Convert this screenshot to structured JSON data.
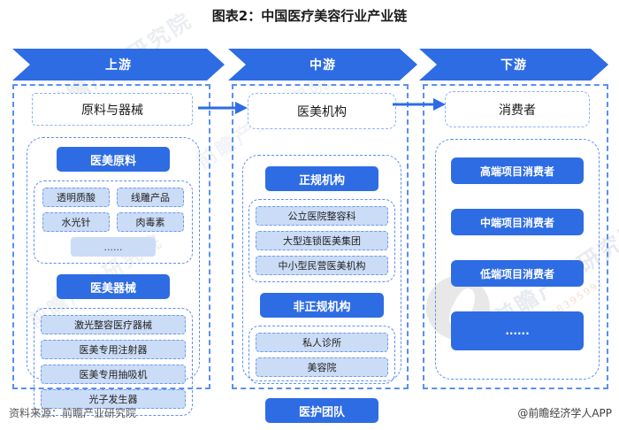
{
  "title": "图表2：中国医疗美容行业产业链",
  "stages": [
    {
      "label": "上游"
    },
    {
      "label": "中游"
    },
    {
      "label": "下游"
    }
  ],
  "columns": [
    {
      "header": "原料与器械",
      "sections": [
        {
          "heading": "医美原料",
          "items": [
            "透明质酸",
            "线雕产品",
            "水光针",
            "肉毒素",
            "......"
          ]
        },
        {
          "heading": "医美器械",
          "items": [
            "激光整容医疗器械",
            "医美专用注射器",
            "医美专用抽吸机",
            "光子发生器"
          ]
        }
      ]
    },
    {
      "header": "医美机构",
      "sections": [
        {
          "heading": "正规机构",
          "items": [
            "公立医院整容科",
            "大型连锁医美集团",
            "中小型民营医美机构"
          ]
        },
        {
          "heading": "非正规机构",
          "items": [
            "私人诊所",
            "美容院"
          ]
        },
        {
          "heading": "医护团队",
          "items": []
        }
      ]
    },
    {
      "header": "消费者",
      "consumers": [
        "高端项目消费者",
        "中端项目消费者",
        "低端项目消费者",
        "......"
      ]
    }
  ],
  "footer": {
    "source": "资料来源：前瞻产业研究院",
    "credit": "@前瞻经济学人APP"
  },
  "watermark": {
    "text": "前瞻产业研究院",
    "number": "(839599)",
    "logo": "qianzhan-logo"
  },
  "colors": {
    "primary_blue": "#2e6ce4",
    "light_blue_fill": "#cbdcf6",
    "dash_border_blue": "#5b8ff2",
    "text_dark": "#1a1a1a"
  }
}
